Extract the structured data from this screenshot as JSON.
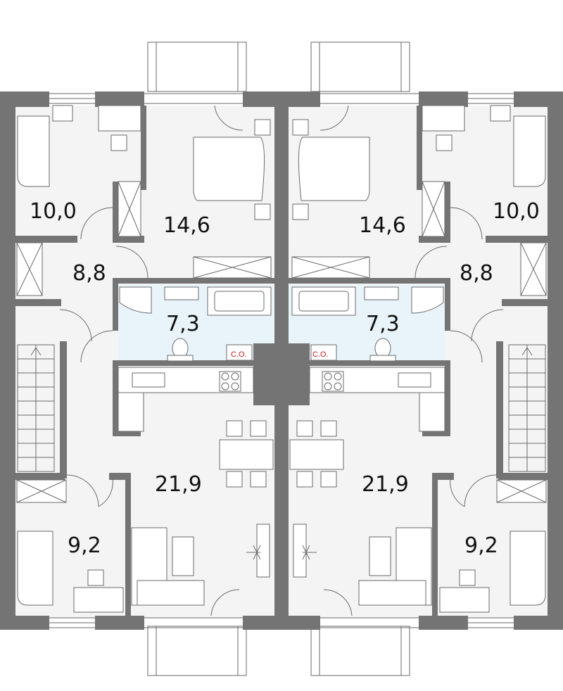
{
  "plan": {
    "units": [
      {
        "rooms": [
          {
            "id": "bedroom-top",
            "area": "10,0"
          },
          {
            "id": "bedroom-master",
            "area": "14,6"
          },
          {
            "id": "hall",
            "area": "8,8"
          },
          {
            "id": "bathroom",
            "area": "7,3"
          },
          {
            "id": "living",
            "area": "21,9"
          },
          {
            "id": "bedroom-bottom",
            "area": "9,2"
          }
        ],
        "boiler_label": "C.O."
      },
      {
        "rooms": [
          {
            "id": "bedroom-top",
            "area": "10,0"
          },
          {
            "id": "bedroom-master",
            "area": "14,6"
          },
          {
            "id": "hall",
            "area": "8,8"
          },
          {
            "id": "bathroom",
            "area": "7,3"
          },
          {
            "id": "living",
            "area": "21,9"
          },
          {
            "id": "bedroom-bottom",
            "area": "9,2"
          }
        ],
        "boiler_label": "C.O."
      }
    ],
    "colors": {
      "wall": "#747474",
      "floor": "#f4f4f4",
      "bathroom": "#e9f4fa",
      "boiler": "#d11a1a"
    }
  }
}
